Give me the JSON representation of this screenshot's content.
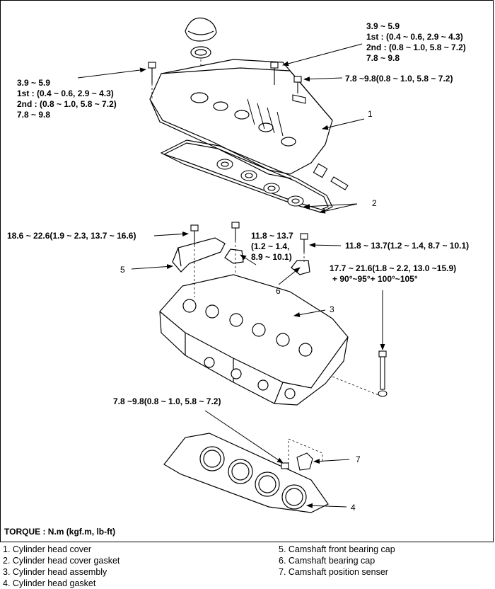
{
  "torque_title": "TORQUE : N.m (kgf.m, lb-ft)",
  "torque_specs": {
    "cover_bolt_right": [
      "3.9 ~ 5.9",
      "1st  : (0.4 ~ 0.6, 2.9 ~ 4.3)",
      "2nd : (0.8 ~ 1.0, 5.8 ~ 7.2)",
      "7.8 ~ 9.8"
    ],
    "cover_bolt_left": [
      "3.9 ~ 5.9",
      "1st  : (0.4 ~ 0.6, 2.9 ~ 4.3)",
      "2nd : (0.8 ~ 1.0, 5.8 ~ 7.2)",
      "7.8 ~ 9.8"
    ],
    "cover_stud": "7.8 ~9.8(0.8 ~ 1.0, 5.8 ~ 7.2)",
    "front_cap_bolt": "18.6 ~ 22.6(1.9 ~ 2.3, 13.7 ~ 16.6)",
    "cap_bolt_mid": [
      "11.8 ~ 13.7",
      "(1.2 ~ 1.4,",
      "8.9 ~ 10.1)"
    ],
    "cap_bolt_right": "11.8 ~ 13.7(1.2 ~ 1.4, 8.7 ~ 10.1)",
    "head_bolt": [
      "17.7 ~ 21.6(1.8 ~ 2.2, 13.0 ~15.9)",
      "+ 90°~95°+ 100°~105°"
    ],
    "sensor_bolt": "7.8 ~9.8(0.8 ~ 1.0, 5.8 ~ 7.2)"
  },
  "callouts": [
    "1",
    "2",
    "3",
    "4",
    "5",
    "6",
    "7"
  ],
  "legend": [
    "1.  Cylinder head cover",
    "2.  Cylinder head cover gasket",
    "3.  Cylinder head assembly",
    "4.  Cylinder head gasket",
    "5.  Camshaft front bearing cap",
    "6.  Camshaft bearing cap",
    "7.  Camshaft position senser"
  ]
}
